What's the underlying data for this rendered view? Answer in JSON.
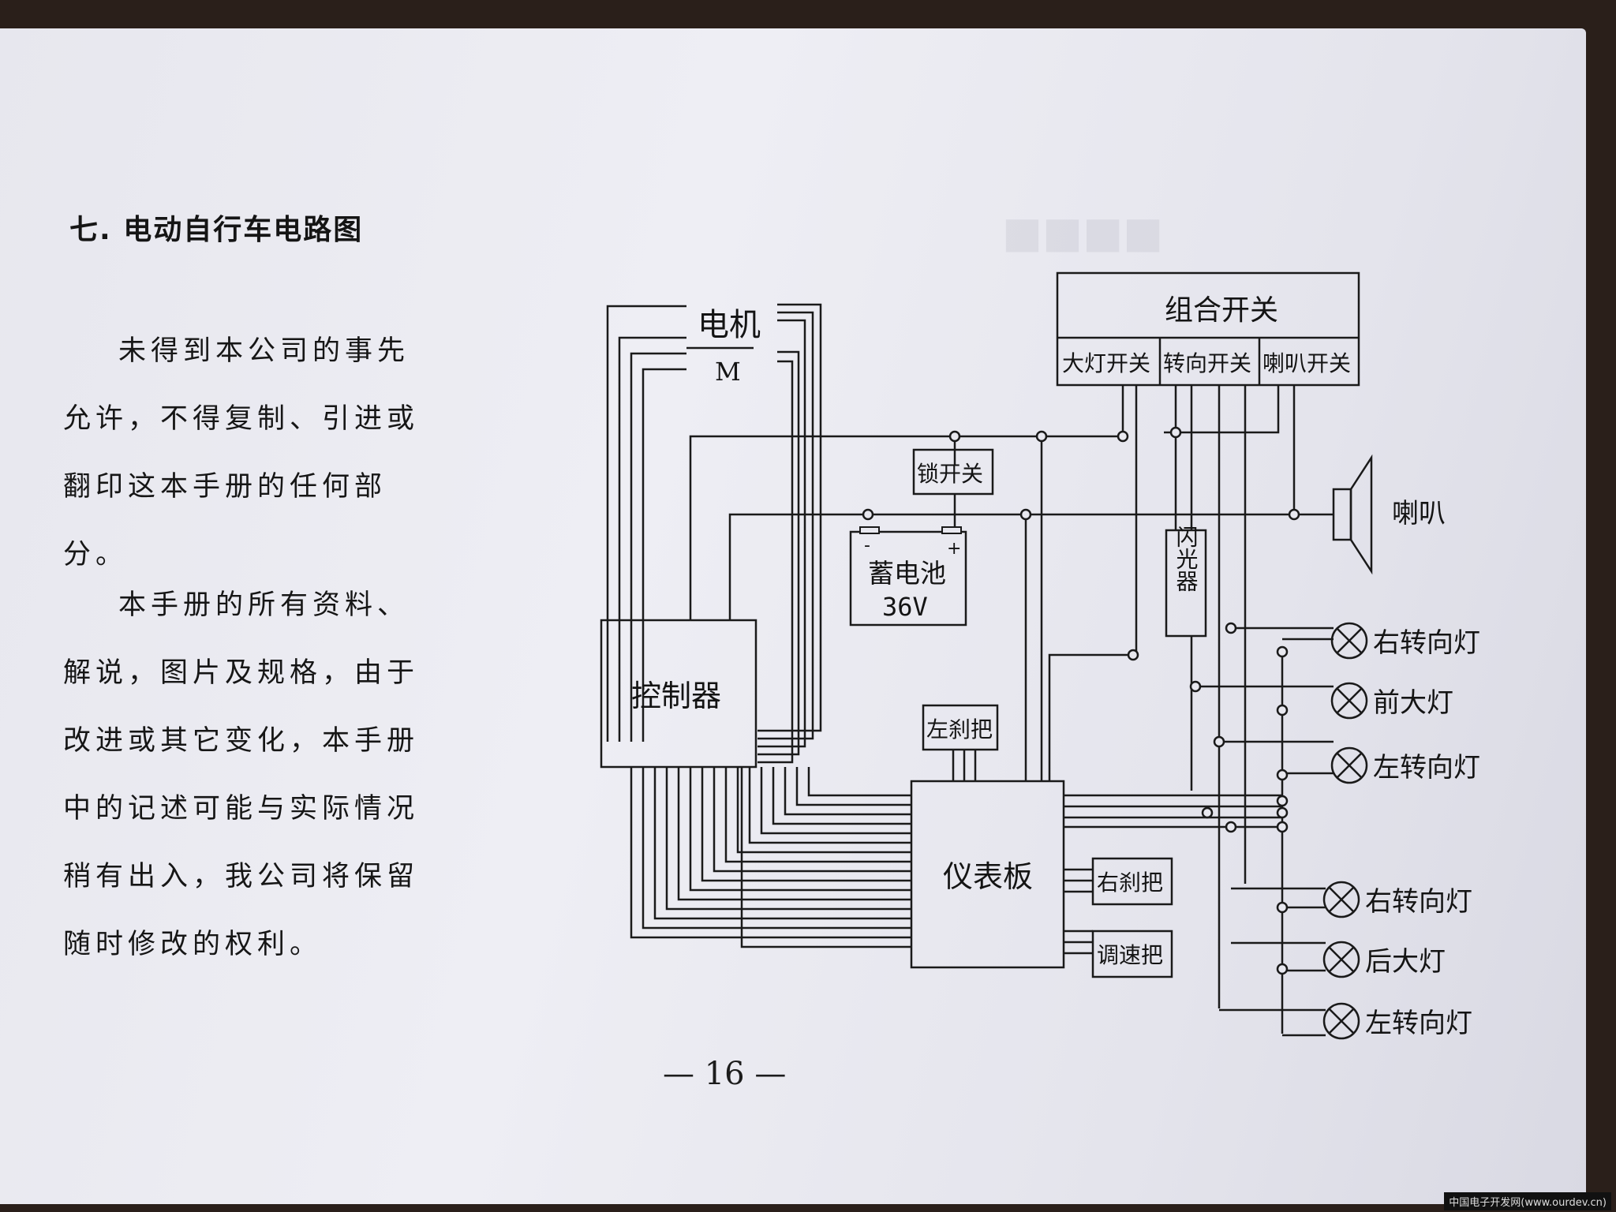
{
  "section_title": "七. 电动自行车电路图",
  "paragraphs": [
    "未得到本公司的事先允许，不得复制、引进或翻印这本手册的任何部分。",
    "本手册的所有资料、解说，图片及规格，由于改进或其它变化，本手册中的记述可能与实际情况稍有出入，我公司将保留随时修改的权利。"
  ],
  "page_number": "— 16 —",
  "watermark": "中国电子开发网(www.ourdev.cn)",
  "diagram": {
    "motor": "电机",
    "motor_symbol": "M",
    "combo_switch": "组合开关",
    "headlight_switch": "大灯开关",
    "turn_switch": "转向开关",
    "horn_switch": "喇叭开关",
    "lock_switch": "锁开关",
    "battery": "蓄电池",
    "battery_voltage": "36V",
    "battery_neg": "-",
    "battery_pos": "+",
    "controller": "控制器",
    "flasher": "闪光器",
    "horn": "喇叭",
    "left_brake": "左刹把",
    "right_brake": "右刹把",
    "speed_handle": "调速把",
    "dashboard": "仪表板",
    "lamp_right_turn_front": "右转向灯",
    "lamp_front_head": "前大灯",
    "lamp_left_turn_front": "左转向灯",
    "lamp_right_turn_rear": "右转向灯",
    "lamp_rear_head": "后大灯",
    "lamp_left_turn_rear": "左转向灯"
  }
}
